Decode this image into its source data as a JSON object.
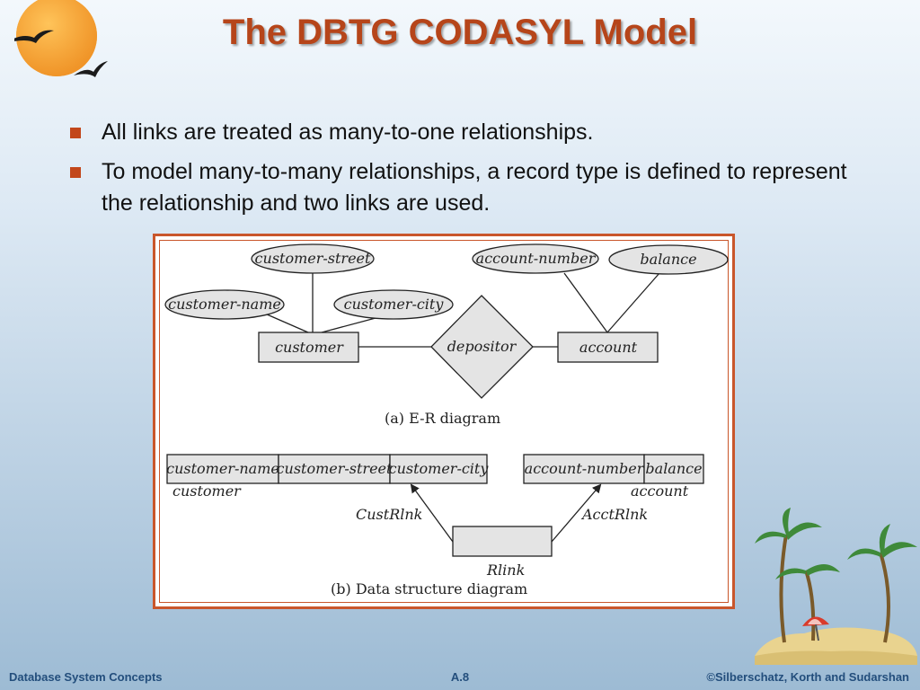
{
  "slide": {
    "title": "The DBTG CODASYL Model",
    "bullets": [
      "All links are treated as many-to-one relationships.",
      "To model many-to-many relationships, a record type is defined to represent the relationship and two links are used."
    ]
  },
  "diagram": {
    "er": {
      "attributes": {
        "customer_street": "customer-street",
        "customer_name": "customer-name",
        "customer_city": "customer-city",
        "account_number": "account-number",
        "balance": "balance"
      },
      "entities": {
        "customer": "customer",
        "account": "account"
      },
      "relationship": "depositor",
      "caption": "(a) E-R diagram"
    },
    "ds": {
      "customer_fields": [
        "customer-name",
        "customer-street",
        "customer-city"
      ],
      "customer_label": "customer",
      "account_fields": [
        "account-number",
        "balance"
      ],
      "account_label": "account",
      "cust_link": "CustRlnk",
      "acct_link": "AcctRlnk",
      "rlink": "Rlink",
      "caption": "(b) Data structure diagram"
    }
  },
  "footer": {
    "left": "Database System Concepts",
    "center": "A.8",
    "right": "©Silberschatz, Korth and Sudarshan"
  },
  "colors": {
    "accent": "#c2471b",
    "title": "#b6451a",
    "footer": "#234e7c"
  }
}
